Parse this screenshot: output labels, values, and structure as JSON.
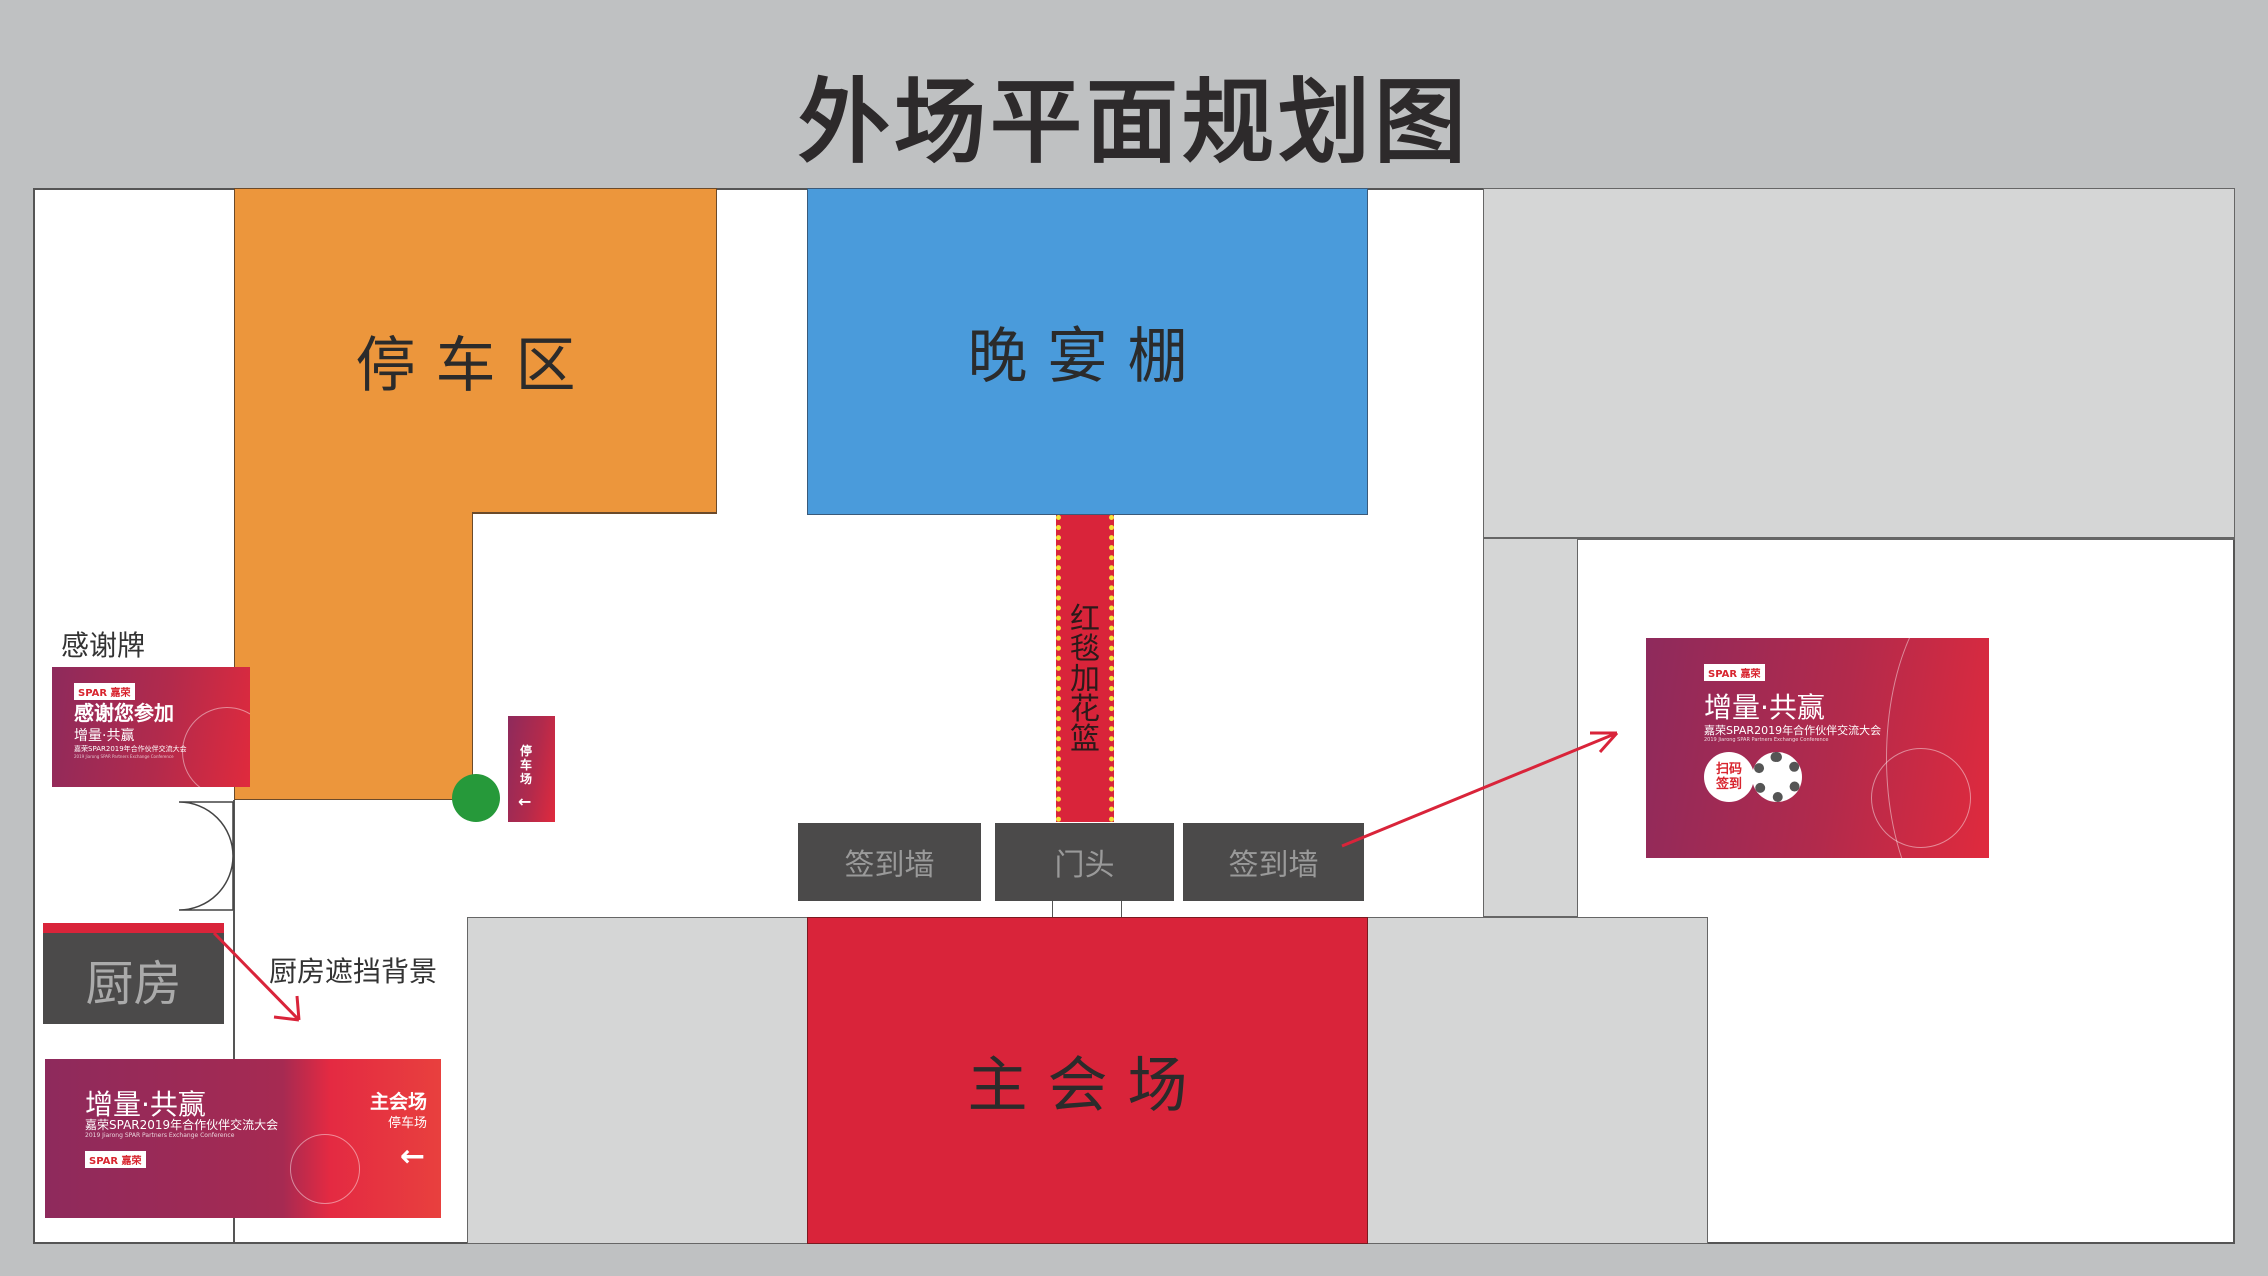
{
  "title": "外场平面规划图",
  "zones": {
    "parking": "停车区",
    "banquet": "晚宴棚",
    "main_venue": "主会场",
    "kitchen": "厨房",
    "red_carpet": "红毯加花篮"
  },
  "walls": [
    "签到墙",
    "门头",
    "签到墙"
  ],
  "labels": {
    "thank_you_sign": "感谢牌",
    "kitchen_backdrop": "厨房遮挡背景"
  },
  "brand": {
    "logo": "SPAR 嘉荣",
    "slogan": "增量·共赢",
    "event_cn": "嘉荣SPAR2019年合作伙伴交流大会",
    "event_en": "2019 Jiarong SPAR Partners Exchange Conference"
  },
  "thank_you": {
    "headline": "感谢您参加"
  },
  "checkin": {
    "scan": "扫码",
    "sign": "签到"
  },
  "direction": {
    "main": "主会场",
    "parking": "停车场",
    "arrow": "←"
  },
  "standee": {
    "text": "停车场",
    "arrow": "←"
  },
  "colors": {
    "parking": "#ec963c",
    "banquet": "#4a9bdb",
    "main": "#d9243a",
    "gray": "#d5d6d6",
    "wall": "#4b4a4a",
    "dot": "#26993a"
  }
}
